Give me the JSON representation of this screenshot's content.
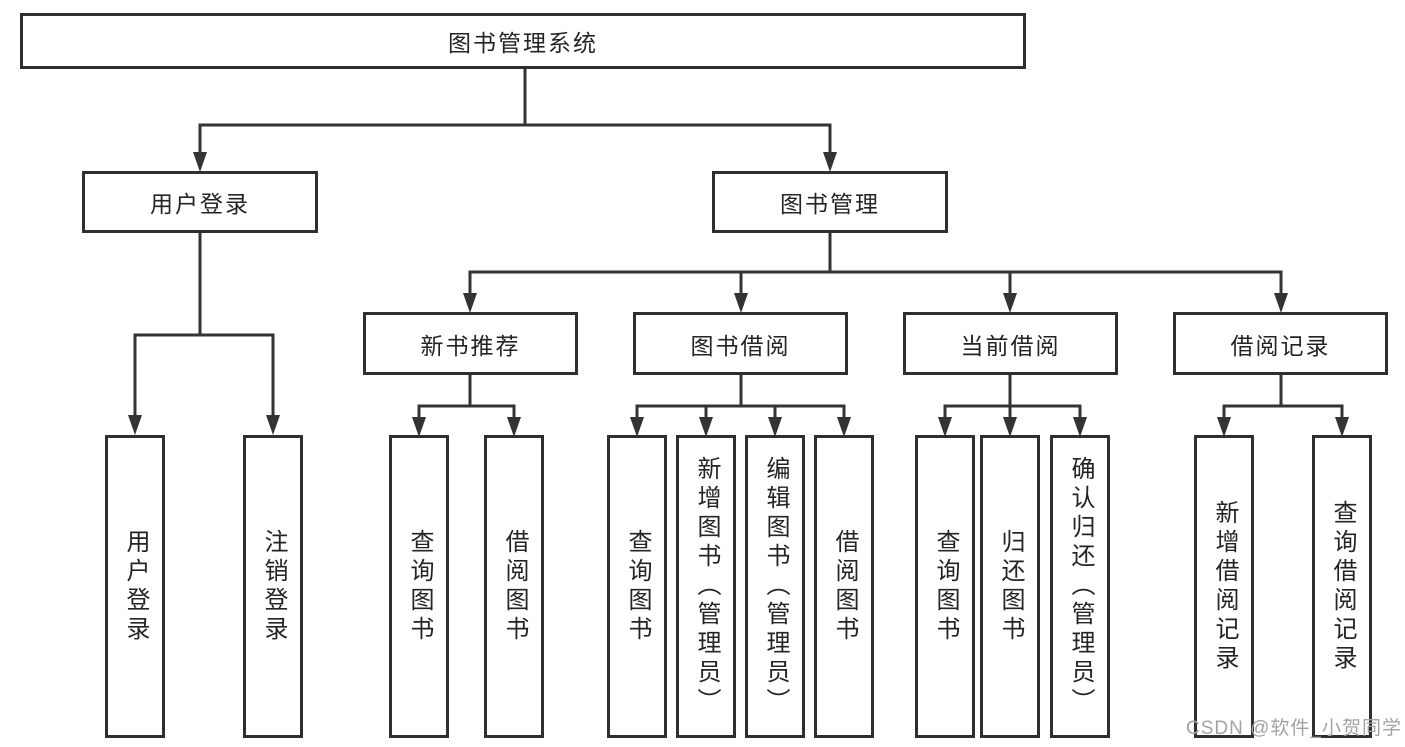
{
  "tree": {
    "label": "图书管理系统",
    "children": [
      {
        "label": "用户登录",
        "children": [
          {
            "label": "用户登录"
          },
          {
            "label": "注销登录"
          }
        ]
      },
      {
        "label": "图书管理",
        "children": [
          {
            "label": "新书推荐",
            "children": [
              {
                "label": "查询图书"
              },
              {
                "label": "借阅图书"
              }
            ]
          },
          {
            "label": "图书借阅",
            "children": [
              {
                "label": "查询图书"
              },
              {
                "label": "新增图书（管理员）"
              },
              {
                "label": "编辑图书（管理员）"
              },
              {
                "label": "借阅图书"
              }
            ]
          },
          {
            "label": "当前借阅",
            "children": [
              {
                "label": "查询图书"
              },
              {
                "label": "归还图书"
              },
              {
                "label": "确认归还（管理员）"
              }
            ]
          },
          {
            "label": "借阅记录",
            "children": [
              {
                "label": "新增借阅记录"
              },
              {
                "label": "查询借阅记录"
              }
            ]
          }
        ]
      }
    ]
  },
  "watermark": {
    "text": "CSDN @软件_小贺同学"
  },
  "colors": {
    "line": "#333333",
    "box_border": "#2f2f2f",
    "text": "#242424",
    "watermark": "#a3a3a3",
    "background": "#ffffff"
  }
}
